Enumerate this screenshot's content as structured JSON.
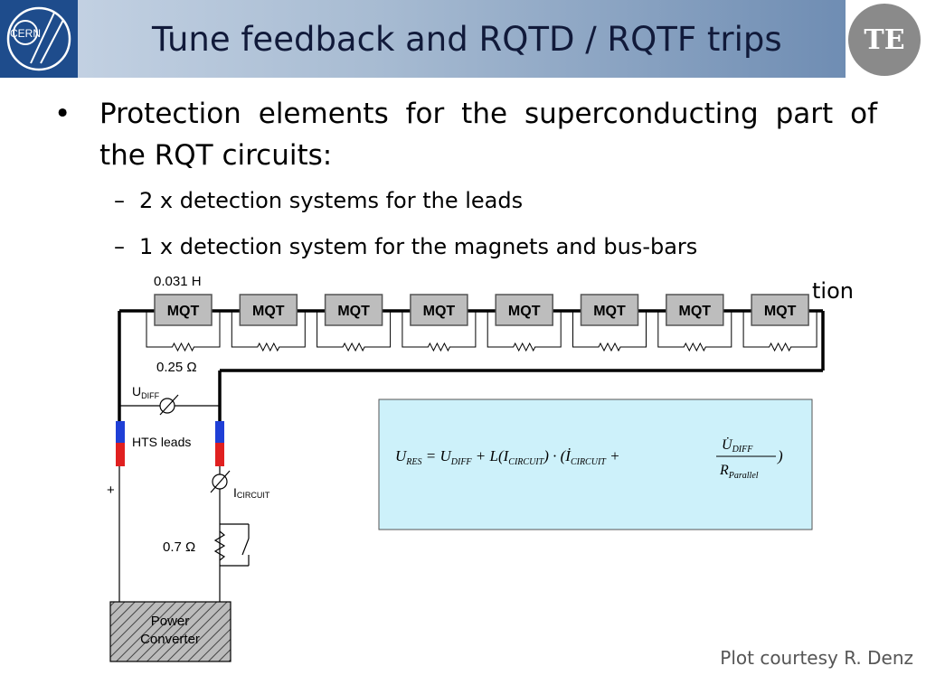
{
  "slide": {
    "title": "Tune feedback and RQTD / RQTF trips",
    "badge": "TE",
    "logo_text": "CERN"
  },
  "bullets": {
    "main": "Protection elements for the superconducting part of the RQT circuits:",
    "sub": [
      "2 x detection systems for the leads",
      "1 x detection system for the magnets and bus-bars"
    ],
    "partial_tail": "tion"
  },
  "diagram": {
    "inductance_label": "0.031 H",
    "magnet_label": "MQT",
    "magnet_count": 8,
    "parallel_resistor_label": "0.25 Ω",
    "udiff_label": "U",
    "udiff_sub": "DIFF",
    "hts_label": "HTS leads",
    "plus_label": "+",
    "icircuit_label": "I",
    "icircuit_sub": "CIRCUIT",
    "resistor_label": "0.7 Ω",
    "power_converter_line1": "Power",
    "power_converter_line2": "Converter",
    "formula": {
      "lhs": "U",
      "lhs_sub": "RES",
      "eq": " = ",
      "t1": "U",
      "t1_sub": "DIFF",
      "plus1": " + L(I",
      "t2_sub": "CIRCUIT",
      "mid": ") · (",
      "t3": "İ",
      "t3_sub": "CIRCUIT",
      "plus2": " + ",
      "num": "U̇",
      "num_sub": "DIFF",
      "den": "R",
      "den_sub": "Parallel",
      "close": ")"
    }
  },
  "footer": {
    "courtesy": "Plot courtesy R. Denz"
  },
  "colors": {
    "header_start": "#c9d6e6",
    "header_end": "#6f8db3",
    "logo_bg": "#1e4c8c",
    "formula_bg": "#cdf1fa",
    "lead_blue": "#1f3fd6",
    "lead_red": "#e02020",
    "magnet_fill": "#bdbdbd"
  }
}
